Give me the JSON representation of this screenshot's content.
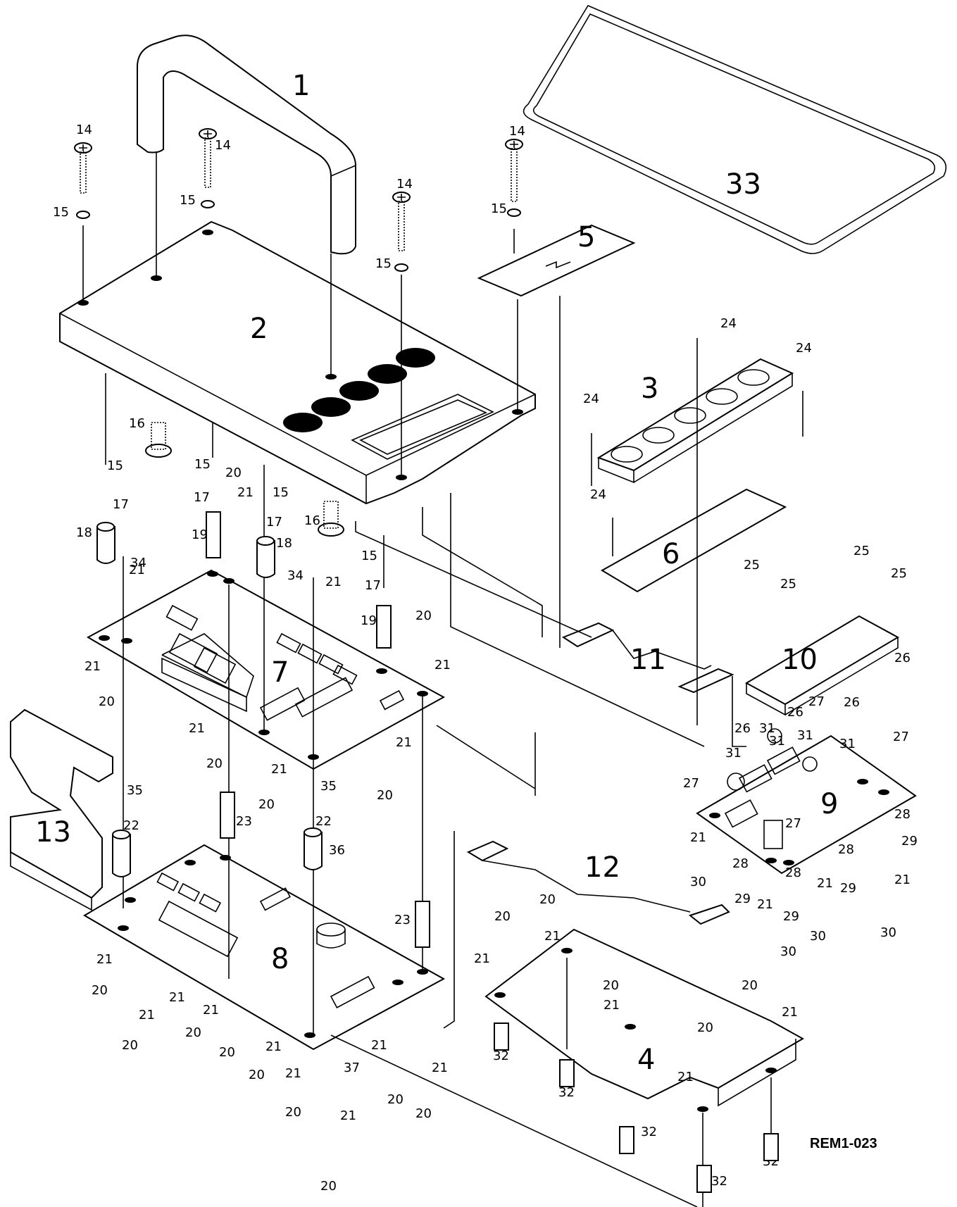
{
  "drawing_code": "REM1-023",
  "parts": {
    "p1": "1",
    "p2": "2",
    "p3": "3",
    "p4": "4",
    "p5": "5",
    "p6": "6",
    "p7": "7",
    "p8": "8",
    "p9": "9",
    "p10": "10",
    "p11": "11",
    "p12": "12",
    "p13": "13",
    "p33": "33"
  },
  "callouts": {
    "c14": "14",
    "c15": "15",
    "c16": "16",
    "c17": "17",
    "c18": "18",
    "c19": "19",
    "c20": "20",
    "c21": "21",
    "c22": "22",
    "c23": "23",
    "c24": "24",
    "c25": "25",
    "c26": "26",
    "c27": "27",
    "c28": "28",
    "c29": "29",
    "c30": "30",
    "c31": "31",
    "c32": "32",
    "c34": "34",
    "c35": "35",
    "c36": "36",
    "c37": "37"
  }
}
